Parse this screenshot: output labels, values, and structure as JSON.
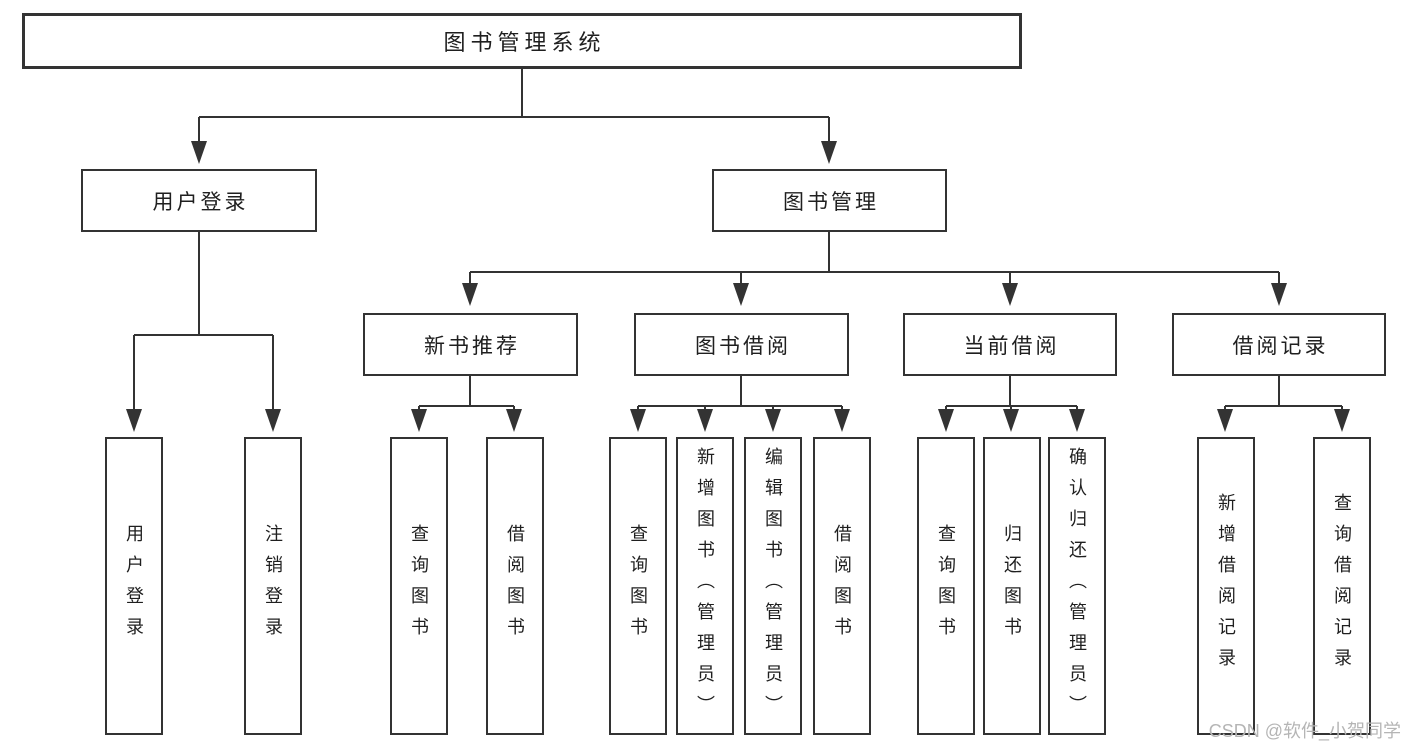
{
  "colors": {
    "line": "#333333",
    "text": "#1f1f1f",
    "watermark": "#b5b5b5",
    "background": "#ffffff"
  },
  "watermark": "CSDN @软件_小贺同学",
  "tree": {
    "root": "图书管理系统",
    "branches": [
      {
        "label": "用户登录",
        "children": [
          {
            "label": "用户登录"
          },
          {
            "label": "注销登录"
          }
        ]
      },
      {
        "label": "图书管理",
        "children": [
          {
            "label": "新书推荐",
            "children": [
              {
                "label": "查询图书"
              },
              {
                "label": "借阅图书"
              }
            ]
          },
          {
            "label": "图书借阅",
            "children": [
              {
                "label": "查询图书"
              },
              {
                "label": "新增图书（管理员）"
              },
              {
                "label": "编辑图书（管理员）"
              },
              {
                "label": "借阅图书"
              }
            ]
          },
          {
            "label": "当前借阅",
            "children": [
              {
                "label": "查询图书"
              },
              {
                "label": "归还图书"
              },
              {
                "label": "确认归还（管理员）"
              }
            ]
          },
          {
            "label": "借阅记录",
            "children": [
              {
                "label": "新增借阅记录"
              },
              {
                "label": "查询借阅记录"
              }
            ]
          }
        ]
      }
    ]
  }
}
